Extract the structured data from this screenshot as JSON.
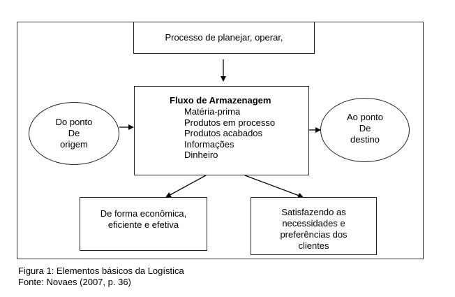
{
  "diagram": {
    "top_box": {
      "text": "Processo de planejar, operar,"
    },
    "main_box": {
      "title": "Fluxo de Armazenagem",
      "items": [
        "Matéria-prima",
        "Produtos em processo",
        "Produtos acabados",
        "Informações",
        "Dinheiro"
      ]
    },
    "left_ellipse": {
      "lines": [
        "Do ponto",
        "De",
        "origem"
      ]
    },
    "right_ellipse": {
      "lines": [
        "Ao ponto",
        "De",
        "destino"
      ]
    },
    "bottom_left_box": {
      "lines": [
        "De forma econômica,",
        "eficiente e efetiva"
      ]
    },
    "bottom_right_box": {
      "lines": [
        "Satisfazendo as",
        "necessidades e",
        "preferências dos",
        "clientes"
      ]
    },
    "edges": [
      {
        "from": "top_box",
        "to": "main_box"
      },
      {
        "from": "left_ellipse",
        "to": "main_box"
      },
      {
        "from": "main_box",
        "to": "right_ellipse"
      },
      {
        "from": "main_box",
        "to": "bottom_left_box"
      },
      {
        "from": "main_box",
        "to": "bottom_right_box"
      }
    ]
  },
  "caption": {
    "figure": "Figura 1: Elementos básicos da Logística",
    "source": "Fonte: Novaes (2007, p. 36)"
  }
}
